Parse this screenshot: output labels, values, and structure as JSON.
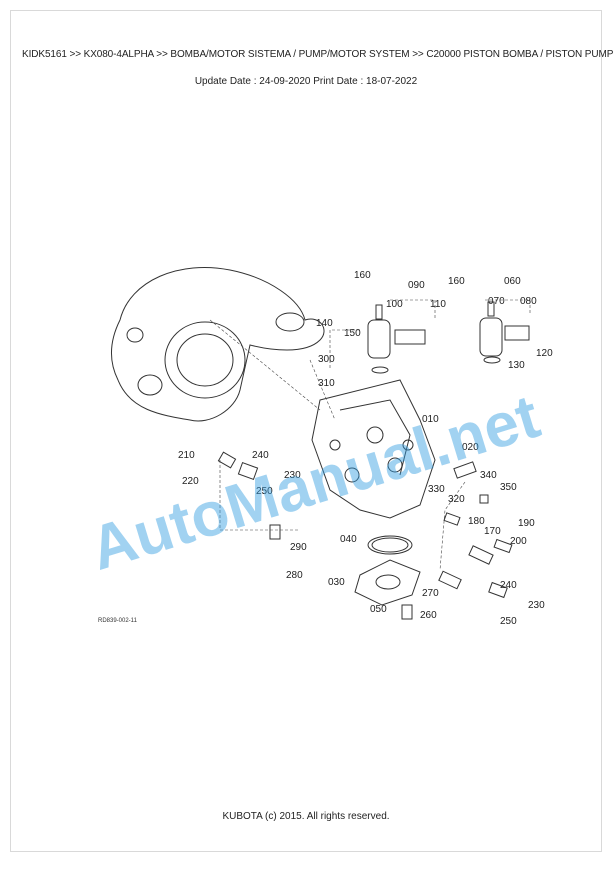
{
  "header": {
    "breadcrumb": "KIDK5161 >> KX080-4ALPHA >> BOMBA/MOTOR SISTEMA / PUMP/MOTOR SYSTEM >> C20000 PISTON BOMBA / PISTON PUMP",
    "dates": "Update Date : 24-09-2020   Print Date : 18-07-2022"
  },
  "diagram": {
    "callouts": [
      "160",
      "090",
      "100",
      "110",
      "160",
      "060",
      "070",
      "080",
      "140",
      "150",
      "120",
      "130",
      "300",
      "310",
      "010",
      "020",
      "210",
      "240",
      "230",
      "220",
      "250",
      "340",
      "350",
      "330",
      "320",
      "180",
      "170",
      "190",
      "200",
      "040",
      "290",
      "280",
      "030",
      "270",
      "240",
      "230",
      "260",
      "050",
      "250"
    ],
    "figure_ref": "RD839-002-11"
  },
  "watermark": {
    "text": "AutoManual.net"
  },
  "footer": {
    "copyright": "KUBOTA (c) 2015. All rights reserved."
  }
}
